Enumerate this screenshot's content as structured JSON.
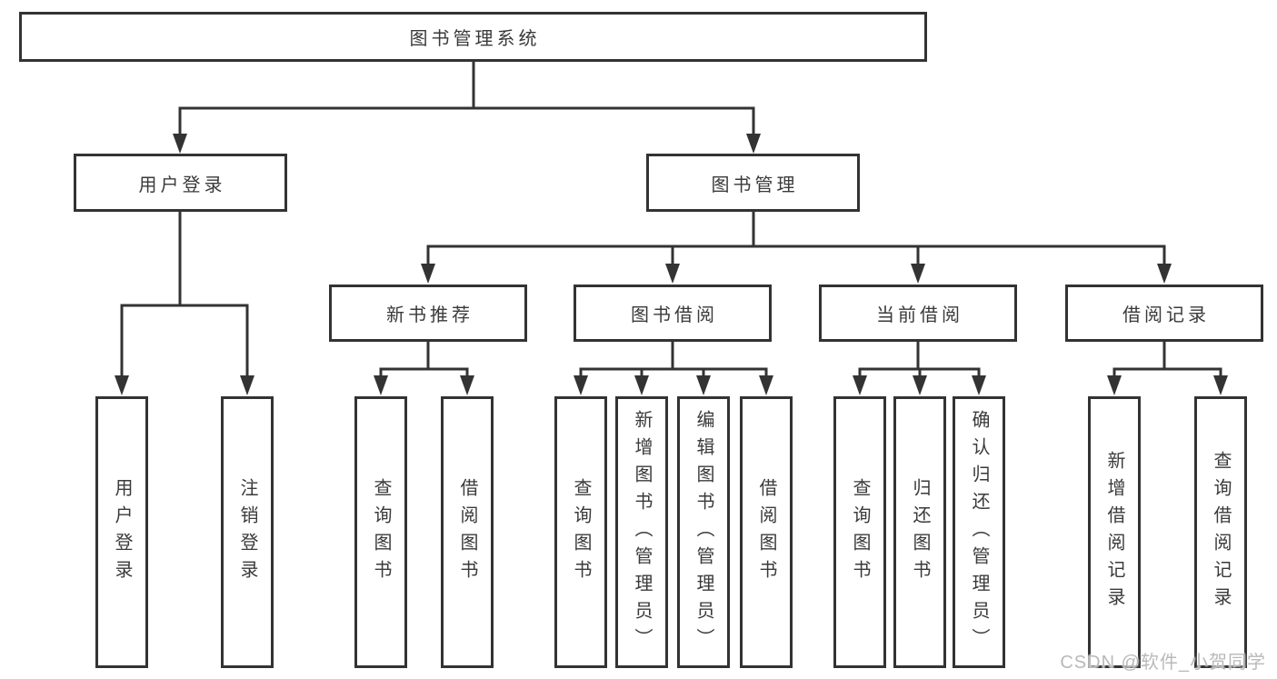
{
  "diagram": {
    "root": {
      "label": "图书管理系统"
    },
    "level1": [
      {
        "label": "用户登录"
      },
      {
        "label": "图书管理"
      }
    ],
    "level2": [
      {
        "label": "新书推荐"
      },
      {
        "label": "图书借阅"
      },
      {
        "label": "当前借阅"
      },
      {
        "label": "借阅记录"
      }
    ],
    "leaves": [
      {
        "label": "用户登录",
        "parent": "用户登录"
      },
      {
        "label": "注销登录",
        "parent": "用户登录"
      },
      {
        "label": "查询图书",
        "parent": "新书推荐"
      },
      {
        "label": "借阅图书",
        "parent": "新书推荐"
      },
      {
        "label": "查询图书",
        "parent": "图书借阅"
      },
      {
        "label": "新增图书（管理员）",
        "parent": "图书借阅"
      },
      {
        "label": "编辑图书（管理员）",
        "parent": "图书借阅"
      },
      {
        "label": "借阅图书",
        "parent": "图书借阅"
      },
      {
        "label": "查询图书",
        "parent": "当前借阅"
      },
      {
        "label": "归还图书",
        "parent": "当前借阅"
      },
      {
        "label": "确认归还（管理员）",
        "parent": "当前借阅"
      },
      {
        "label": "新增借阅记录",
        "parent": "借阅记录"
      },
      {
        "label": "查询借阅记录",
        "parent": "借阅记录"
      }
    ]
  },
  "watermark": {
    "text": "CSDN @软件_小贺同学"
  },
  "colors": {
    "line": "#333333",
    "text": "#3a3a3a",
    "watermark": "#b9b9b9",
    "background": "#ffffff"
  }
}
